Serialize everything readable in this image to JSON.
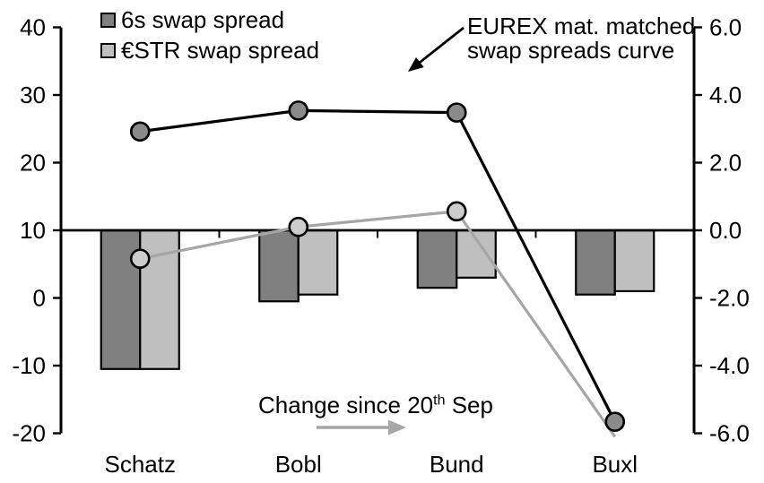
{
  "legend": {
    "items": [
      {
        "label": "6s swap spread",
        "color": "#808080",
        "border": "#000000"
      },
      {
        "label": "€STR swap spread",
        "color": "#bfbfbf",
        "border": "#000000"
      }
    ]
  },
  "annotations": {
    "curve_label_line1": "EUREX mat. matched",
    "curve_label_line2": "swap spreads curve",
    "change_label_prefix": "Change since 20",
    "change_label_sup": "th",
    "change_label_suffix": " Sep"
  },
  "chart_data": {
    "type": "combo-bar-line",
    "title": "",
    "categories": [
      "Schatz",
      "Bobl",
      "Bund",
      "Buxl"
    ],
    "left_axis": {
      "min": -20,
      "max": 40,
      "tick_values": [
        40,
        30,
        20,
        10,
        0,
        -10,
        -20
      ],
      "tick_labels": [
        "40",
        "30",
        "20",
        "10",
        "0",
        "-10",
        "-20"
      ]
    },
    "right_axis": {
      "min": -6,
      "max": 6,
      "tick_values": [
        6,
        4,
        2,
        0,
        -2,
        -4,
        -6
      ],
      "tick_labels": [
        "6.0",
        "4.0",
        "2.0",
        "0.0",
        "-2.0",
        "-4.0",
        "-6.0"
      ]
    },
    "baseline_left_value": 10,
    "gridlines": false,
    "bar_series": [
      {
        "name": "6s swap spread (change since 20th Sep)",
        "axis": "right",
        "fill": "#808080",
        "stroke": "#000000",
        "values": [
          -4.1,
          -2.1,
          -1.7,
          -1.9
        ]
      },
      {
        "name": "€STR swap spread (change since 20th Sep)",
        "axis": "right",
        "fill": "#bfbfbf",
        "stroke": "#000000",
        "values": [
          -4.1,
          -1.9,
          -1.4,
          -1.8
        ]
      }
    ],
    "line_series": [
      {
        "name": "€STR swap spread curve",
        "axis": "left",
        "color": "#a6a6a6",
        "marker_fill": "#cccccc",
        "values": [
          5.8,
          10.5,
          12.8,
          -20.5
        ],
        "markers": [
          true,
          true,
          true,
          false
        ]
      },
      {
        "name": "6s swap spread curve",
        "axis": "left",
        "color": "#000000",
        "marker_fill": "#8a8a8a",
        "values": [
          24.6,
          27.7,
          27.4,
          -18.3
        ],
        "markers": [
          true,
          true,
          true,
          true
        ]
      }
    ]
  }
}
